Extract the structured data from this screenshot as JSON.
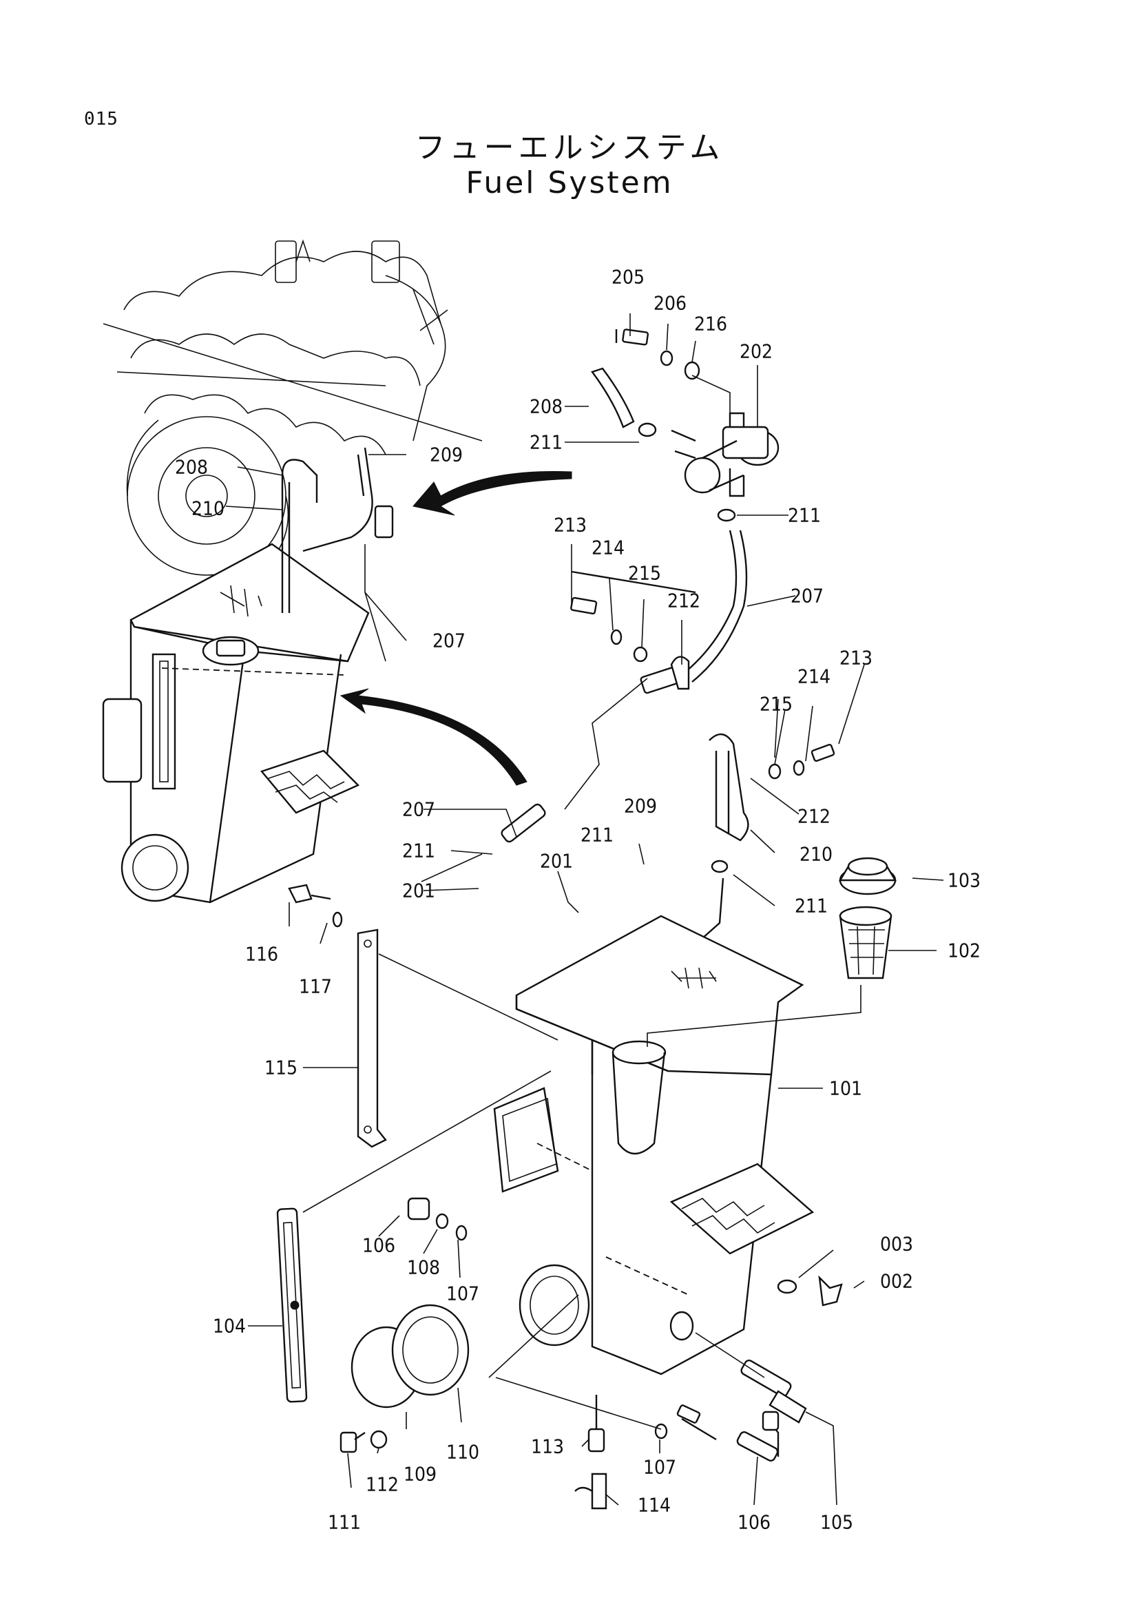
{
  "header": {
    "page_number": "015",
    "title_ja": "フューエルシステム",
    "title_en": "Fuel System"
  },
  "diagram": {
    "labels": [
      {
        "id": "l205",
        "text": "205"
      },
      {
        "id": "l206",
        "text": "206"
      },
      {
        "id": "l216",
        "text": "216"
      },
      {
        "id": "l202",
        "text": "202"
      },
      {
        "id": "l208a",
        "text": "208"
      },
      {
        "id": "l211a",
        "text": "211"
      },
      {
        "id": "l208b",
        "text": "208"
      },
      {
        "id": "l209a",
        "text": "209"
      },
      {
        "id": "l210a",
        "text": "210"
      },
      {
        "id": "l211b",
        "text": "211"
      },
      {
        "id": "l213a",
        "text": "213"
      },
      {
        "id": "l214a",
        "text": "214"
      },
      {
        "id": "l215a",
        "text": "215"
      },
      {
        "id": "l212a",
        "text": "212"
      },
      {
        "id": "l207a",
        "text": "207"
      },
      {
        "id": "l207b",
        "text": "207"
      },
      {
        "id": "l213b",
        "text": "213"
      },
      {
        "id": "l214b",
        "text": "214"
      },
      {
        "id": "l215b",
        "text": "215"
      },
      {
        "id": "l212b",
        "text": "212"
      },
      {
        "id": "l210b",
        "text": "210"
      },
      {
        "id": "l207c",
        "text": "207"
      },
      {
        "id": "l209b",
        "text": "209"
      },
      {
        "id": "l211c",
        "text": "211"
      },
      {
        "id": "l211d",
        "text": "211"
      },
      {
        "id": "l201a",
        "text": "201"
      },
      {
        "id": "l201b",
        "text": "201"
      },
      {
        "id": "l211e",
        "text": "211"
      },
      {
        "id": "l103",
        "text": "103"
      },
      {
        "id": "l102",
        "text": "102"
      },
      {
        "id": "l116",
        "text": "116"
      },
      {
        "id": "l117",
        "text": "117"
      },
      {
        "id": "l115",
        "text": "115"
      },
      {
        "id": "l101",
        "text": "101"
      },
      {
        "id": "l106a",
        "text": "106"
      },
      {
        "id": "l108",
        "text": "108"
      },
      {
        "id": "l107a",
        "text": "107"
      },
      {
        "id": "l003",
        "text": "003"
      },
      {
        "id": "l002",
        "text": "002"
      },
      {
        "id": "l104",
        "text": "104"
      },
      {
        "id": "l110",
        "text": "110"
      },
      {
        "id": "l109",
        "text": "109"
      },
      {
        "id": "l113",
        "text": "113"
      },
      {
        "id": "l107b",
        "text": "107"
      },
      {
        "id": "l112",
        "text": "112"
      },
      {
        "id": "l114",
        "text": "114"
      },
      {
        "id": "l111",
        "text": "111"
      },
      {
        "id": "l106b",
        "text": "106"
      },
      {
        "id": "l105",
        "text": "105"
      }
    ]
  }
}
